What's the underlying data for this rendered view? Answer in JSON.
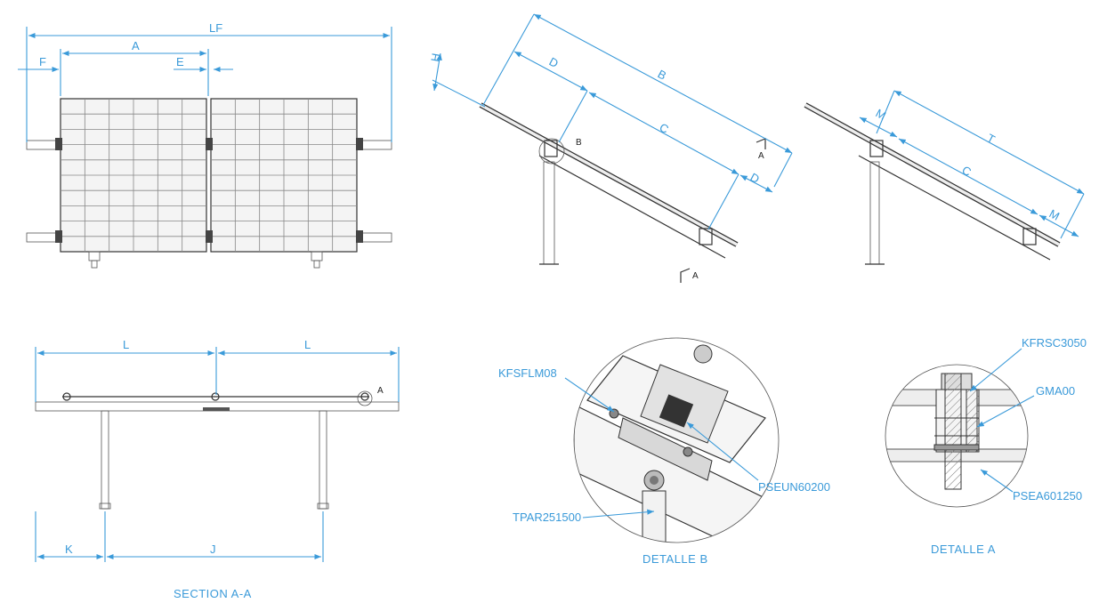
{
  "front_view": {
    "dims": {
      "lf": "LF",
      "a": "A",
      "f": "F",
      "e": "E"
    }
  },
  "side_view": {
    "dims": {
      "h": "H",
      "b": "B",
      "d1": "D",
      "c": "C",
      "d2": "D"
    },
    "markers": {
      "b": "B",
      "a1": "A",
      "a2": "A"
    }
  },
  "side_view_2": {
    "dims": {
      "m1": "M",
      "t": "T",
      "c": "C",
      "m2": "M"
    }
  },
  "section": {
    "title": "SECTION A-A",
    "dims": {
      "l1": "L",
      "l2": "L",
      "k": "K",
      "j": "J"
    },
    "marker_a": "A"
  },
  "detail_b": {
    "title": "DETALLE B",
    "callouts": [
      "KFSFLM08",
      "PSEUN60200",
      "TPAR251500"
    ]
  },
  "detail_a": {
    "title": "DETALLE A",
    "callouts": [
      "KFRSC3050",
      "GMA00",
      "PSEA601250"
    ]
  },
  "colors": {
    "dimension": "#3a9ad9",
    "linework": "#333333"
  }
}
